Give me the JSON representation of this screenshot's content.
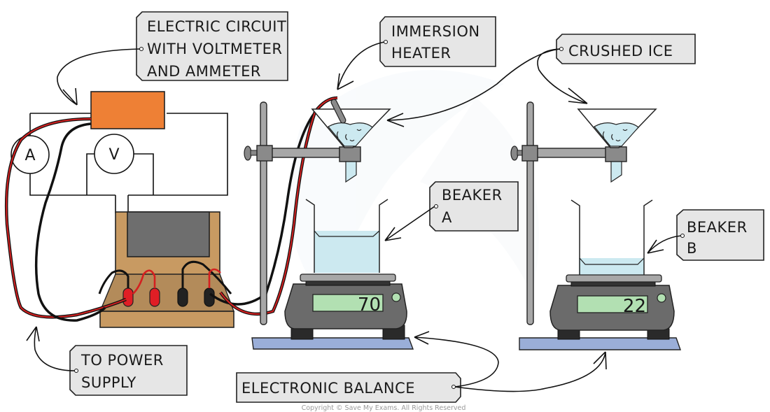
{
  "diagram": {
    "title": "Specific latent heat of fusion of ice experiment",
    "labels": {
      "circuit": [
        "ELECTRIC CIRCUIT",
        "WITH VOLTMETER",
        "AND AMMETER"
      ],
      "heater": [
        "IMMERSION",
        "HEATER"
      ],
      "ice": [
        "CRUSHED ICE"
      ],
      "beaker_a": [
        "BEAKER",
        "A"
      ],
      "beaker_b": [
        "BEAKER",
        "B"
      ],
      "power": [
        "TO POWER",
        "SUPPLY"
      ],
      "balance": [
        "ELECTRONIC BALANCE"
      ]
    },
    "meters": {
      "ammeter": "A",
      "voltmeter": "V"
    },
    "balance_a_reading": "70",
    "balance_b_reading": "22",
    "copyright": "Copyright © Save My Exams. All Rights Reserved",
    "colors": {
      "joulemeter": "#ee8035",
      "power_supply": "#c89a62",
      "power_screen": "#6e6e6e",
      "water": "#cce9f0",
      "lcd": "#b2e0b2",
      "balance_body": "#6b6b6b",
      "base_plate": "#9aaed8",
      "stand": "#a7a7a7",
      "tag": "#e6e6e6",
      "wire_red": "#d42020"
    }
  }
}
